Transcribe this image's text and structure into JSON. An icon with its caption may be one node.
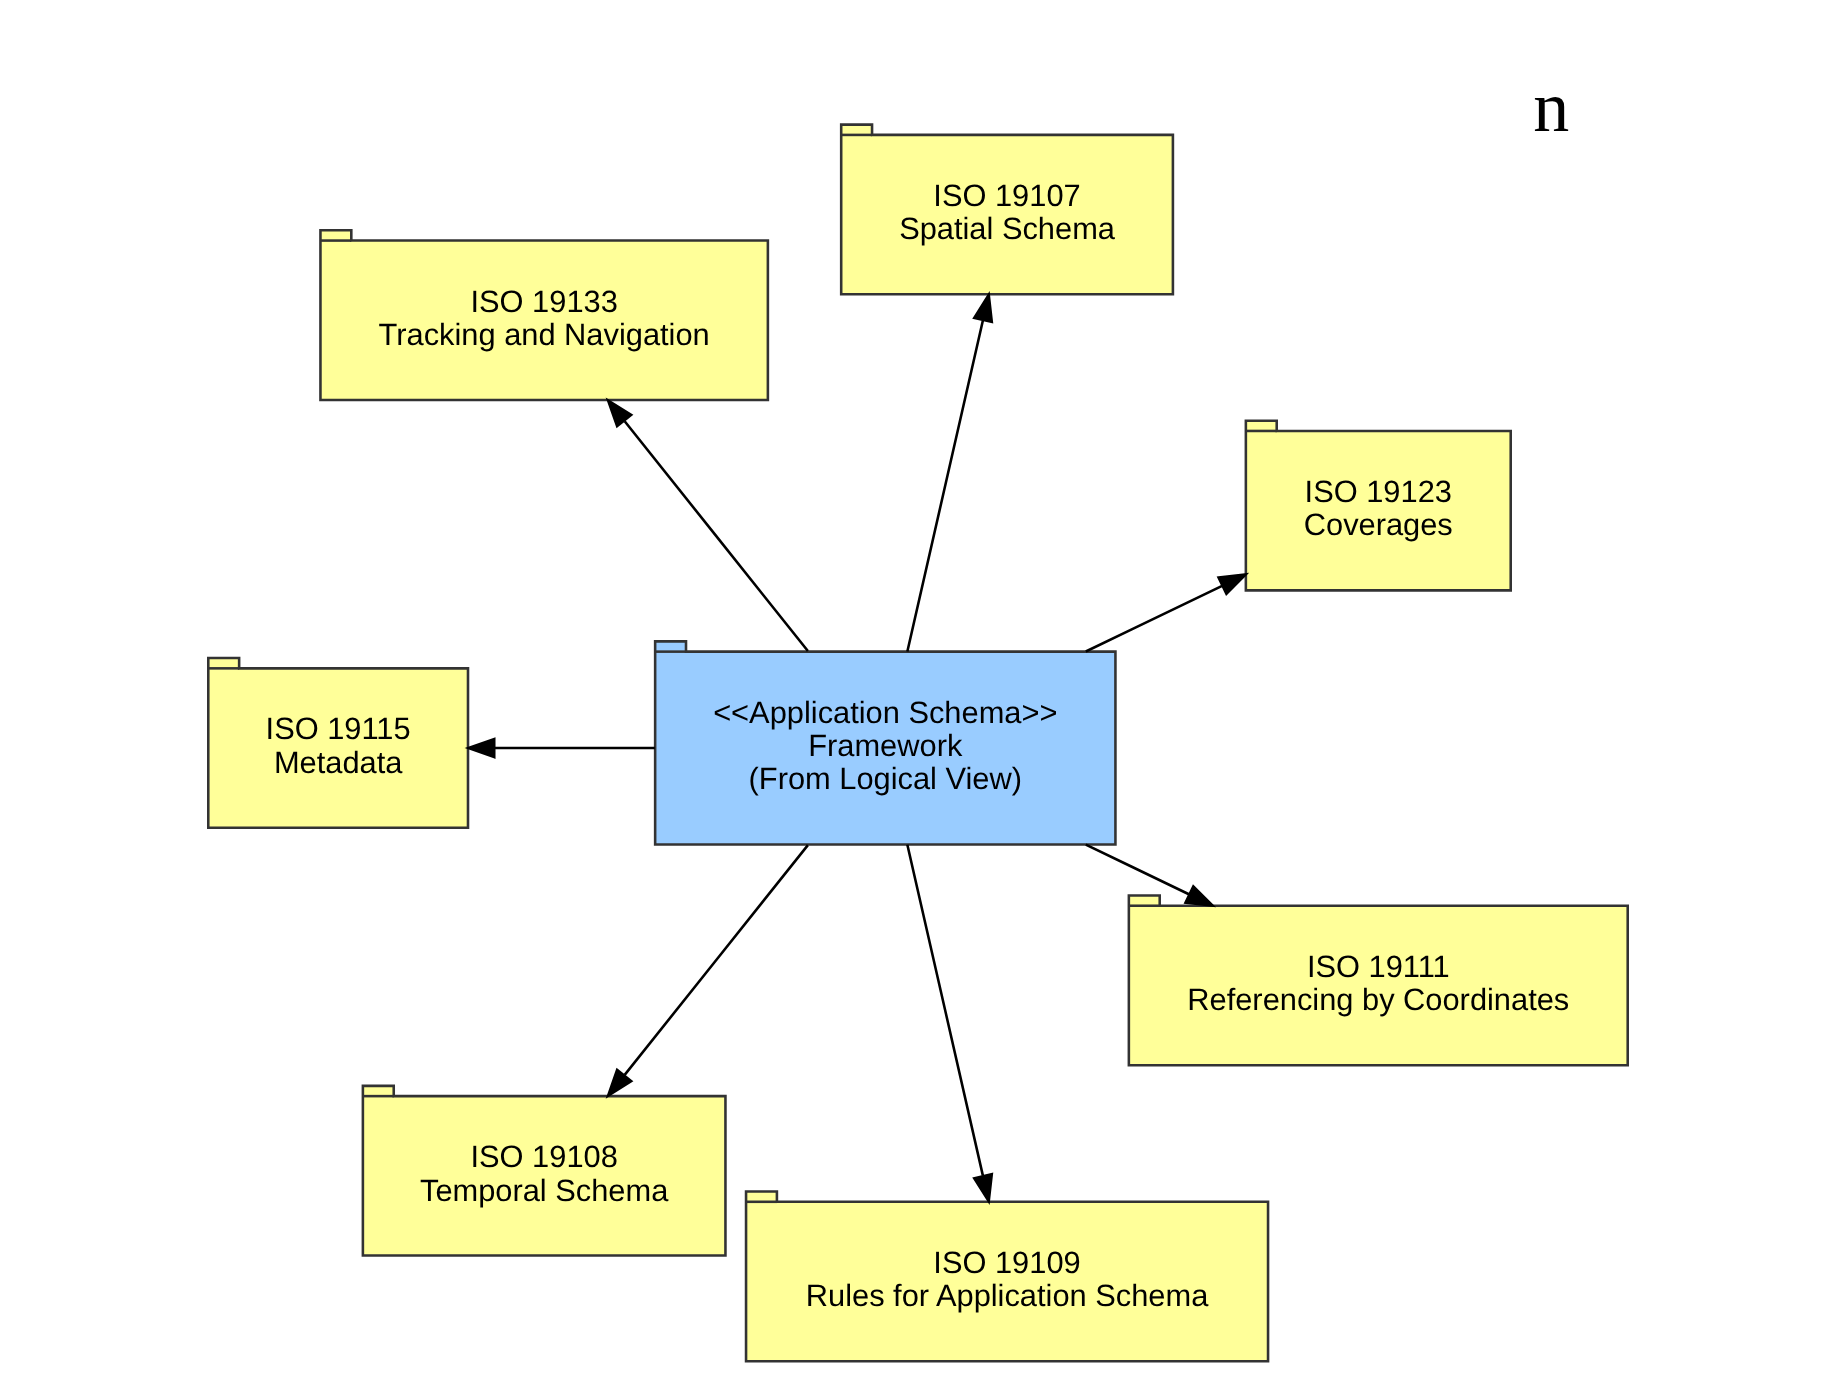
{
  "diagram": {
    "nodes": [
      {
        "text": [
          "ISO 19123",
          "Coverages"
        ]
      },
      {
        "text": [
          "ISO 19107",
          "Spatial Schema"
        ]
      },
      {
        "text": [
          "ISO 19133",
          "Tracking and Navigation"
        ]
      },
      {
        "text": [
          "ISO 19115",
          "Metadata"
        ]
      },
      {
        "text": [
          "<<Application Schema>>",
          "Framework",
          "(From Logical View)"
        ]
      },
      {
        "text": [
          "ISO 19108",
          "Temporal Schema"
        ]
      },
      {
        "text": [
          "ISO 19109",
          "Rules for Application Schema"
        ]
      },
      {
        "text": [
          "ISO 19111",
          "Referencing by Coordinates"
        ]
      }
    ],
    "edges": [
      {
        "from": 4,
        "to": 0,
        "arrow": "to"
      },
      {
        "from": 4,
        "to": 1,
        "arrow": "to"
      },
      {
        "from": 4,
        "to": 2,
        "arrow": "to"
      },
      {
        "from": 4,
        "to": 3,
        "arrow": "to"
      },
      {
        "from": 4,
        "to": 5,
        "arrow": "to"
      },
      {
        "from": 4,
        "to": 6,
        "arrow": "to"
      },
      {
        "from": 4,
        "to": 7,
        "arrow": "to"
      }
    ],
    "labels": [
      "n"
    ]
  }
}
